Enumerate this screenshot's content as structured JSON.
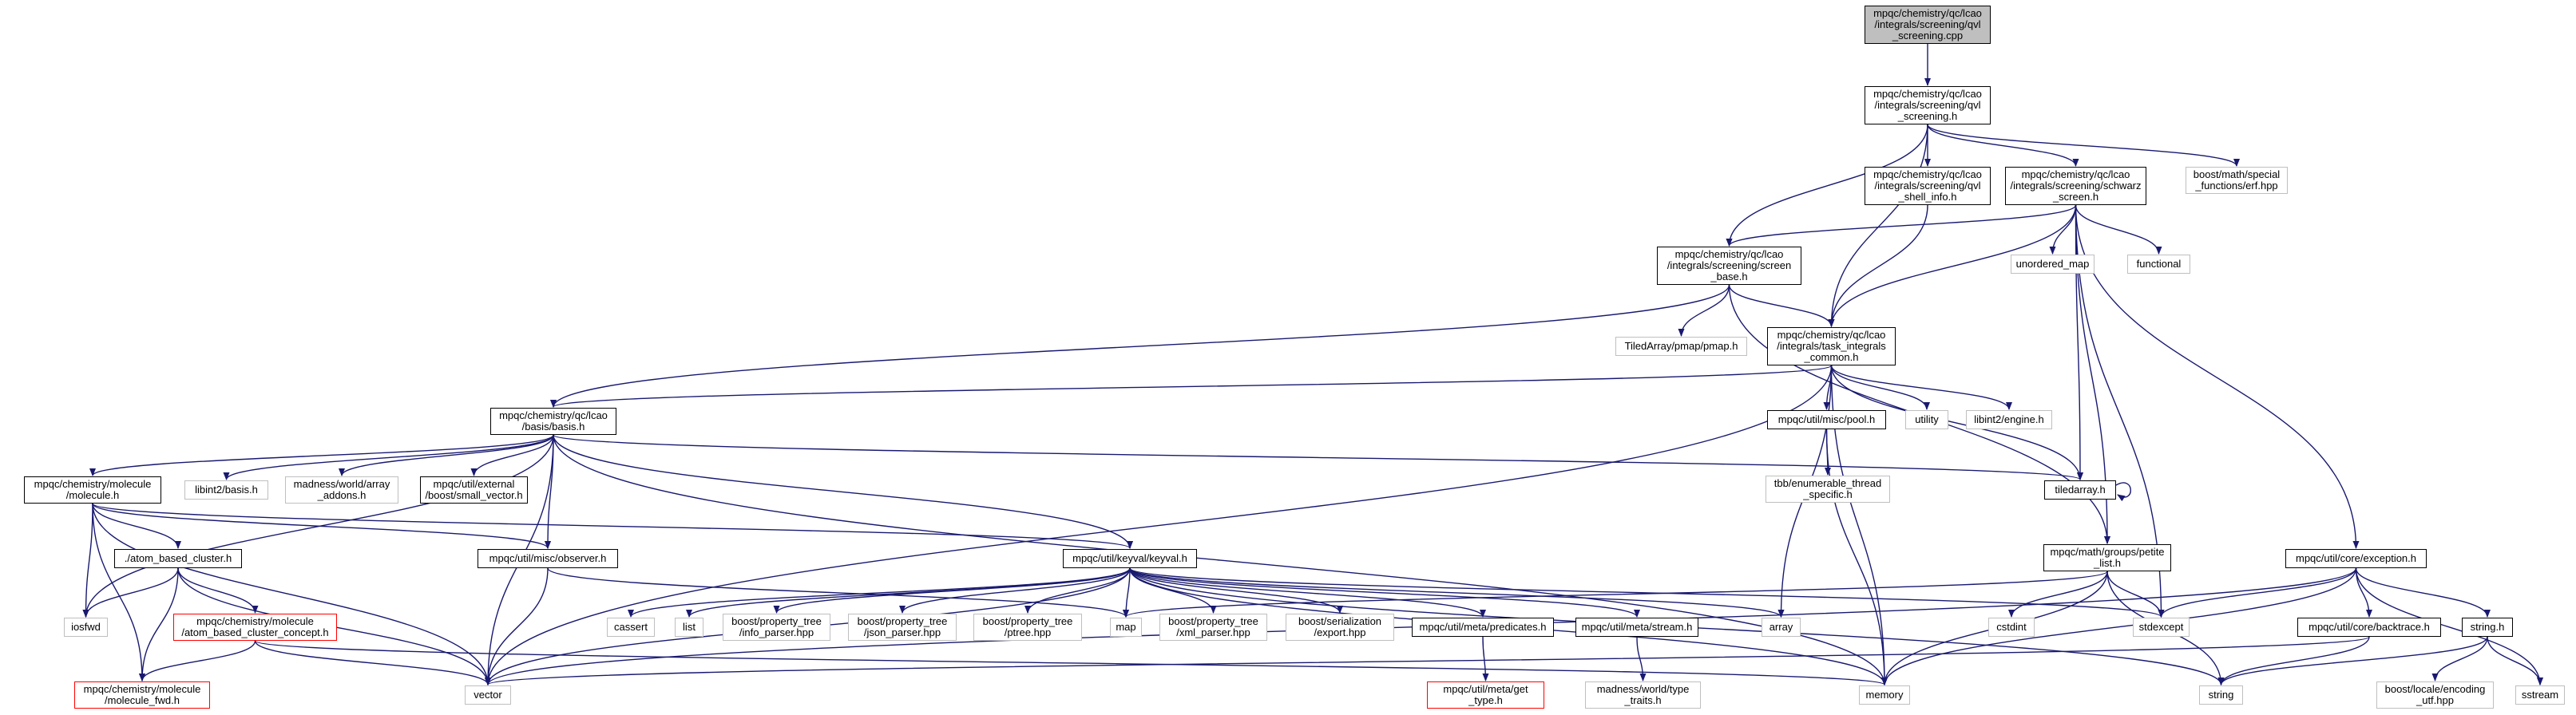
{
  "colors": {
    "edge": "#191970",
    "node_border": "#000000",
    "external_border": "#bfbfbf",
    "truncated_border": "#ff0000",
    "root_fill": "#bfbfbf"
  },
  "nodes": {
    "qvl_cpp": "mpqc/chemistry/qc/lcao\n/integrals/screening/qvl\n_screening.cpp",
    "qvl_h": "mpqc/chemistry/qc/lcao\n/integrals/screening/qvl\n_screening.h",
    "shell_info": "mpqc/chemistry/qc/lcao\n/integrals/screening/qvl\n_shell_info.h",
    "schwarz": "mpqc/chemistry/qc/lcao\n/integrals/screening/schwarz\n_screen.h",
    "erf": "boost/math/special\n_functions/erf.hpp",
    "screen_base": "mpqc/chemistry/qc/lcao\n/integrals/screening/screen\n_base.h",
    "unordered_map": "unordered_map",
    "functional": "functional",
    "pmap": "TiledArray/pmap/pmap.h",
    "task_integrals": "mpqc/chemistry/qc/lcao\n/integrals/task_integrals\n_common.h",
    "basis": "mpqc/chemistry/qc/lcao\n/basis/basis.h",
    "pool": "mpqc/util/misc/pool.h",
    "utility": "utility",
    "libint_engine": "libint2/engine.h",
    "tbb": "tbb/enumerable_thread\n_specific.h",
    "molecule": "mpqc/chemistry/molecule\n/molecule.h",
    "libint_basis": "libint2/basis.h",
    "madness_array": "madness/world/array\n_addons.h",
    "small_vector": "mpqc/util/external\n/boost/small_vector.h",
    "tiledarray": "tiledarray.h",
    "petite_list": "mpqc/math/groups/petite\n_list.h",
    "exception": "mpqc/util/core/exception.h",
    "atom_cluster": "./atom_based_cluster.h",
    "observer": "mpqc/util/misc/observer.h",
    "keyval": "mpqc/util/keyval/keyval.h",
    "iosfwd": "iosfwd",
    "cluster_concept": "mpqc/chemistry/molecule\n/atom_based_cluster_concept.h",
    "cassert": "cassert",
    "list": "list",
    "info_parser": "boost/property_tree\n/info_parser.hpp",
    "json_parser": "boost/property_tree\n/json_parser.hpp",
    "ptree": "boost/property_tree\n/ptree.hpp",
    "map": "map",
    "xml_parser": "boost/property_tree\n/xml_parser.hpp",
    "ser_export": "boost/serialization\n/export.hpp",
    "predicates": "mpqc/util/meta/predicates.h",
    "stream": "mpqc/util/meta/stream.h",
    "array": "array",
    "cstdint": "cstdint",
    "stdexcept": "stdexcept",
    "backtrace": "mpqc/util/core/backtrace.h",
    "string_h": "string.h",
    "molecule_fwd": "mpqc/chemistry/molecule\n/molecule_fwd.h",
    "vector": "vector",
    "get_type": "mpqc/util/meta/get\n_type.h",
    "madness_type": "madness/world/type\n_traits.h",
    "memory": "memory",
    "string": "string",
    "encoding": "boost/locale/encoding\n_utf.hpp",
    "sstream": "sstream"
  }
}
